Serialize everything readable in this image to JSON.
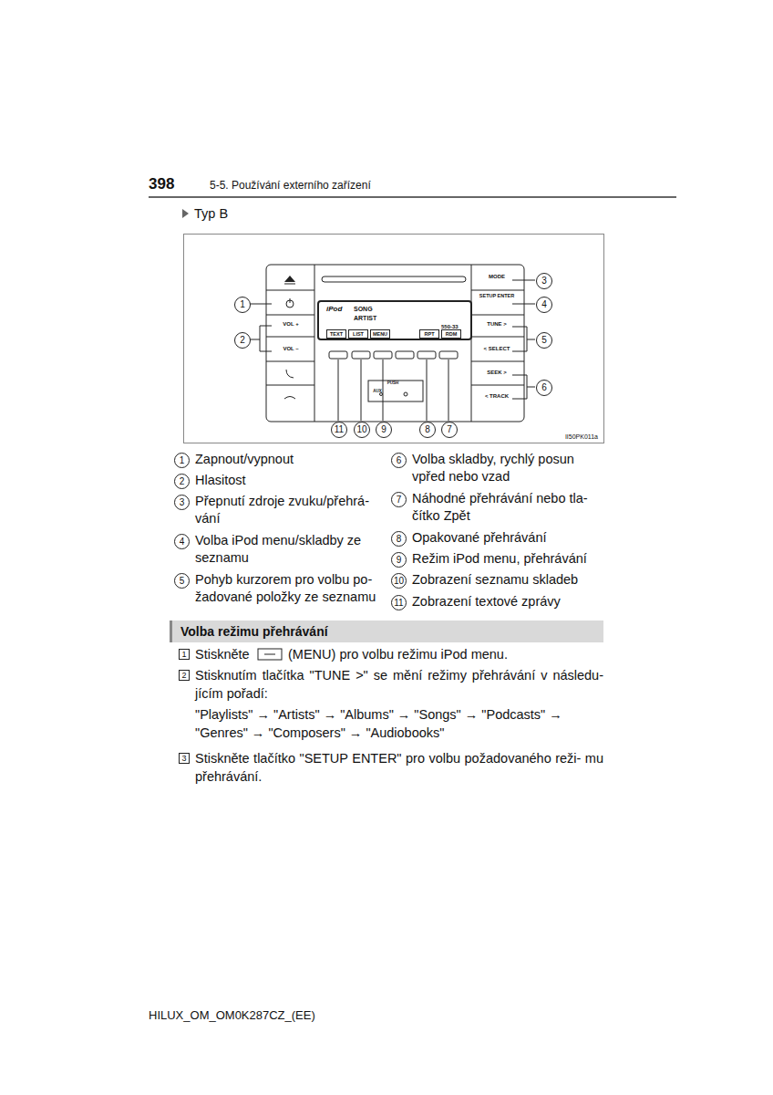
{
  "diagram": {
    "nodes": [
      {
        "text": [
          "II50PK011a"
        ]
      },
      {
        "text": [
          "iPod",
          "SONG",
          "ARTIST",
          "550-33",
          "TEXT",
          "LIST",
          "MENU",
          "RPT",
          "RDM"
        ],
        "in": 0
      },
      {
        "text": [
          "1"
        ],
        "in": 0
      },
      {
        "text": [
          "2"
        ],
        "in": 0
      },
      {
        "text": [
          "3"
        ],
        "in": 0
      },
      {
        "text": [
          "4"
        ],
        "in": 0
      },
      {
        "text": [
          "5"
        ],
        "in": 0
      },
      {
        "text": [
          "6"
        ],
        "in": 0
      },
      {
        "text": [
          "11"
        ],
        "in": 0
      },
      {
        "text": [
          "10"
        ],
        "in": 0
      },
      {
        "text": [
          "9"
        ],
        "in": 0
      },
      {
        "text": [
          "8"
        ],
        "in": 0
      },
      {
        "text": [
          "7"
        ],
        "in": 0
      },
      {
        "text": [
          "1"
        ]
      },
      {
        "text": [
          "2"
        ]
      },
      {
        "text": [
          "3"
        ]
      },
      {
        "text": [
          "4"
        ]
      },
      {
        "text": [
          "5"
        ]
      },
      {
        "text": [
          "6"
        ]
      },
      {
        "text": [
          "7"
        ]
      },
      {
        "text": [
          "8"
        ]
      },
      {
        "text": [
          "9"
        ]
      },
      {
        "text": [
          "10"
        ]
      },
      {
        "text": [
          "11"
        ]
      },
      {
        "text": [
          "Volba režimu přehrávání"
        ]
      },
      {
        "text": [
          "1"
        ]
      },
      {
        "text": [
          "2"
        ]
      },
      {
        "text": [
          "3"
        ]
      }
    ],
    "labels": [
      "398",
      "5-5. Používání externího zařízení",
      "Typ B",
      "MODE",
      "SETUP ENTER",
      "TUNE >",
      "< SELECT",
      "SEEK >",
      "< TRACK",
      "VOL +",
      "VOL –",
      "PUSH",
      "AUX",
      "Zapnout/vypnout",
      "Hlasitost",
      "Přepnutí zdroje zvuku/přehrá- vání",
      "Volba iPod menu/skladby ze seznamu",
      "Pohyb kurzorem pro volbu po- žadované položky ze seznamu",
      "Volba skladby, rychlý posun vpřed nebo vzad",
      "Náhodné přehrávání nebo tla- čítko Zpět",
      "Opakované přehrávání",
      "Režim iPod menu, přehrávání",
      "Zobrazení seznamu skladeb",
      "Zobrazení textové zprávy",
      "Stiskněte",
      "(MENU) pro volbu režimu iPod menu.",
      "Stisknutím tlačítka \"TUNE >\" se mění režimy přehrávání v následu- jícím pořadí:",
      "\"Playlists\" → \"Artists\" → \"Albums\" → \"Songs\" → \"Podcasts\" → \"Genres\" → \"Composers\" → \"Audiobooks\"",
      "Stiskněte tlačítko \"SETUP ENTER\" pro volbu požadovaného reži- mu přehrávání.",
      "HILUX_OM_OM0K287CZ_(EE)"
    ]
  }
}
